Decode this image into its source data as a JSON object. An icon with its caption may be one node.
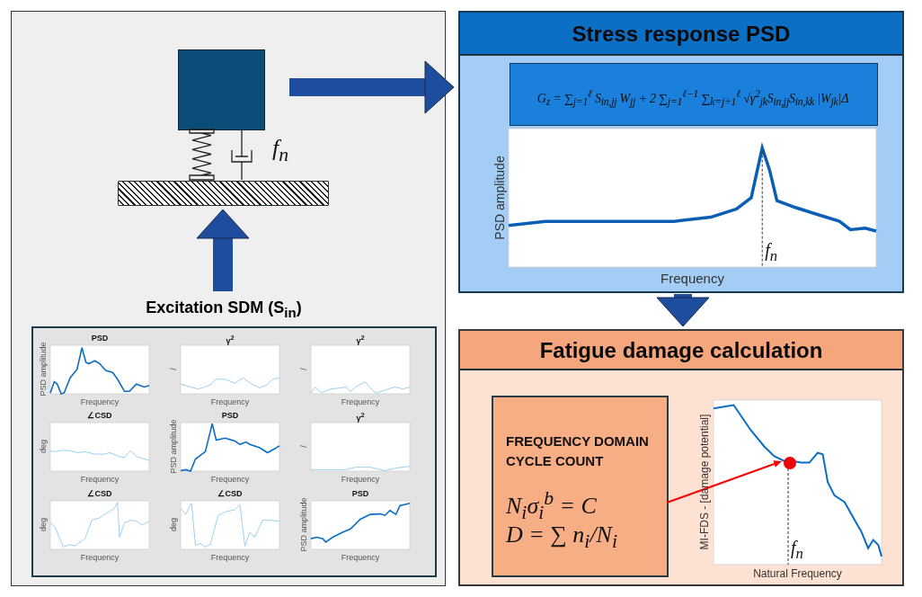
{
  "diagram": {
    "nodes": [
      {
        "text": [],
        "shape": "box"
      },
      {
        "text": [],
        "shape": "box",
        "in": 0
      },
      {
        "text": [],
        "shape": "bar",
        "in": 0
      },
      {
        "text": [
          "Excitation SDM (S$_{in}$)"
        ],
        "in": 0
      },
      {
        "text": [],
        "shape": "box",
        "in": 0
      },
      {
        "text": [
          "Stress response PSD"
        ]
      },
      {
        "text": [
          "G$_{z}$ = ∑$_{j=1}$$^{ℓ}$ S$_{in,jj}$ W$_{jj}$ + 2 ∑$_{j=1}$$^{ℓ−1}$ ∑$_{k=j+1}$$^{ℓ}$ √γ$^{2}$$_{jk}$S$_{in,jj}$S$_{in,kk}$ |W$_{jk}$|Δ"
        ],
        "in": 5
      },
      {
        "text": [
          "Fatigue damage calculation"
        ]
      },
      {
        "text": [
          "FREQUENCY DOMAIN CYCLE COUNT",
          "N$_{i}$σ$_{i}$$^{b}$ = C",
          "D = ∑ n$_{i}$/N$_{i}$"
        ],
        "in": 7
      },
      {
        "text": [],
        "shape": "circle",
        "in": 7
      }
    ],
    "edges": [
      {
        "from": 1,
        "to": 5,
        "arrow": "to",
        "style": "thick"
      },
      {
        "from": 3,
        "to": 2,
        "arrow": "to",
        "style": "thick"
      },
      {
        "from": 5,
        "to": 7,
        "arrow": "to",
        "style": "thick"
      },
      {
        "from": 8,
        "to": 9,
        "arrow": "to",
        "color": "#ff0000"
      },
      {
        "from": 1,
        "to": 2,
        "arrow": "none",
        "color": "#222222"
      },
      {
        "from": 1,
        "to": 2,
        "arrow": "none",
        "color": "#222222"
      }
    ],
    "labels": [
      "f$_{n}$",
      "PSD",
      "PSD amplitude",
      "Frequency",
      "γ$^{2}$",
      "/",
      "Frequency",
      "γ$^{2}$",
      "/",
      "Frequency",
      "∠CSD",
      "deg",
      "Frequency",
      "PSD",
      "PSD amplitude",
      "Frequency",
      "γ$^{2}$",
      "/",
      "Frequency",
      "∠CSD",
      "deg",
      "Frequency",
      "∠CSD",
      "deg",
      "Frequency",
      "PSD",
      "PSD amplitude",
      "Frequency",
      "PSD amplitude",
      "f$_{n}$",
      "Frequency",
      "MI-FDS - [damage potential]",
      "f$_{n}$",
      "Natural Frequency"
    ]
  }
}
